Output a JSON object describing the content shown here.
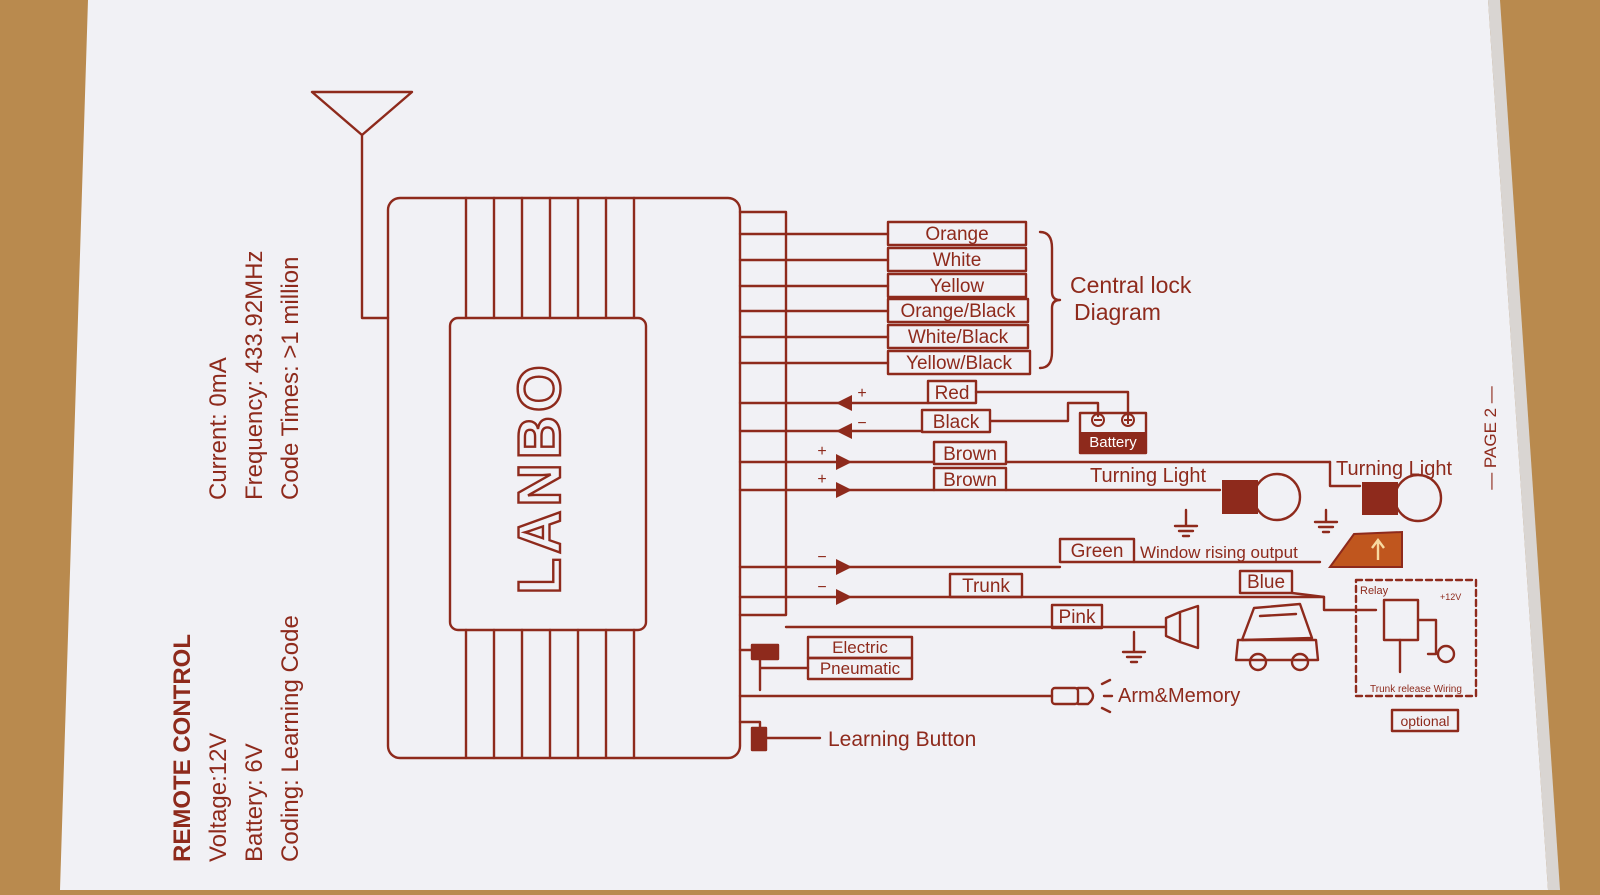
{
  "colors": {
    "ink": "#8e2a1c",
    "paper": "#f1f1f5",
    "table": "#b98a4e",
    "fill_dark": "#8e2a1c",
    "fill_orange": "#c0561e"
  },
  "specs": {
    "heading": "REMOTE CONTROL",
    "voltage": "Voltage:12V",
    "battery": "Battery: 6V",
    "coding": "Coding: Learning Code",
    "current": "Current: 0mA",
    "frequency": "Frequency: 433.92MHz",
    "code_times": "Code Times: >1 million"
  },
  "unit_brand": "LANBO",
  "wire_labels": {
    "orange": "Orange",
    "white": "White",
    "yellow": "Yellow",
    "orange_black": "Orange/Black",
    "white_black": "White/Black",
    "yellow_black": "Yellow/Black",
    "red": "Red",
    "black": "Black",
    "brown_1": "Brown",
    "brown_2": "Brown",
    "green": "Green",
    "trunk": "Trunk",
    "pink": "Pink",
    "blue": "Blue",
    "electric": "Electric",
    "pneumatic": "Pneumatic"
  },
  "signs": {
    "plus": "+",
    "minus": "−",
    "minus_small": "−"
  },
  "annotations": {
    "central_lock_line1": "Central lock",
    "central_lock_line2": "Diagram",
    "battery": "Battery",
    "turning_light_1": "Turning Light",
    "turning_light_2": "Turning Light",
    "window_rising": "Window rising output",
    "arm_memory": "Arm&Memory",
    "learning_button": "Learning Button",
    "relay": "Relay",
    "relay_voltage": "+12V",
    "trunk_release": "Trunk release Wiring",
    "optional": "optional",
    "page": "— PAGE 2 —"
  }
}
